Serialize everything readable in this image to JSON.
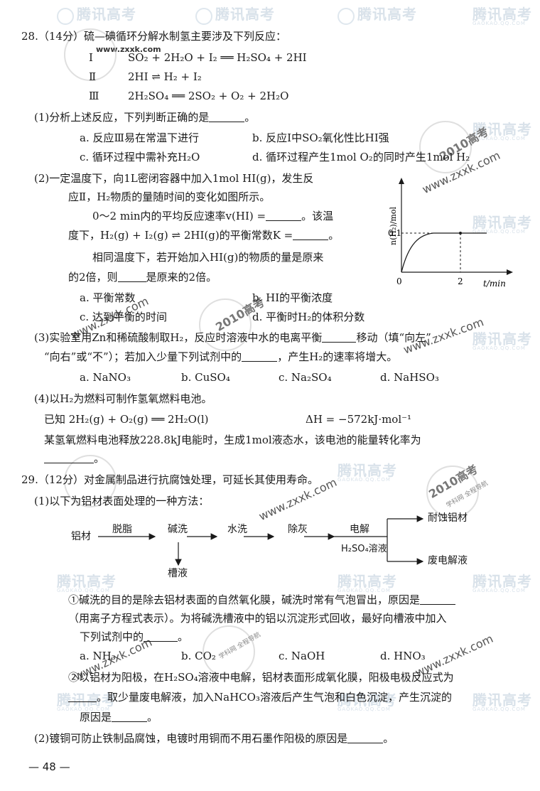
{
  "q28": {
    "header": "28.（14分）硫—碘循环分解水制氢主要涉及下列反应：",
    "r1_num": "Ⅰ",
    "r1": "SO₂ + 2H₂O + I₂ ══ H₂SO₄ + 2HI",
    "r2_num": "Ⅱ",
    "r2": "2HI ⇌ H₂ + I₂",
    "r3_num": "Ⅲ",
    "r3": "2H₂SO₄ ══ 2SO₂ + O₂ + 2H₂O",
    "p1": "(1)分析上述反应，下列判断正确的是",
    "p1_a": "a. 反应Ⅲ易在常温下进行",
    "p1_b": "b. 反应Ⅰ中SO₂氧化性比HI强",
    "p1_c": "c. 循环过程中需补充H₂O",
    "p1_d": "d. 循环过程产生1mol O₂的同时产生1mol H₂",
    "p2_l1": "(2)一定温度下，向1L密闭容器中加入1mol HI(g)，发生反",
    "p2_l2": "应Ⅱ，H₂物质的量随时间的变化如图所示。",
    "p2_l3": "0～2 min内的平均反应速率v(HI) =",
    "p2_l3b": "。该温",
    "p2_l4": "度下，H₂(g) + I₂(g) ⇌ 2HI(g)的平衡常数K =",
    "p2_l5": "相同温度下，若开始加入HI(g)的物质的量是原来",
    "p2_l6a": "的2倍，则",
    "p2_l6b": "是原来的2倍。",
    "p2_a": "a. 平衡常数",
    "p2_b": "b. HI的平衡浓度",
    "p2_c": "c. 达到平衡的时间",
    "p2_d": "d. 平衡时H₂的体积分数",
    "p3_l1": "(3)实验室用Zn和稀硫酸制取H₂，反应时溶液中水的电离平衡",
    "p3_l1b": "移动（填“向左”",
    "p3_l2": "“向右”或“不”）；若加入少量下列试剂中的",
    "p3_l2b": "，产生H₂的速率将增大。",
    "p3_a": "a. NaNO₃",
    "p3_b": "b. CuSO₄",
    "p3_c": "c. Na₂SO₄",
    "p3_d": "d. NaHSO₃",
    "p4_l1": "(4)以H₂为燃料可制作氢氧燃料电池。",
    "p4_l2a": "已知  2H₂(g) + O₂(g) ══ 2H₂O(l)",
    "p4_l2b": "ΔH = −572kJ·mol⁻¹",
    "p4_l3": "某氢氧燃料电池释放228.8kJ电能时，生成1mol液态水，该电池的能量转化率为"
  },
  "graph": {
    "ylabel": "n(H₂)/mol",
    "y_tick": "0.1",
    "x_tick": "2",
    "xlabel": "t/min",
    "origin": "0"
  },
  "q29": {
    "header": "29.（12分）对金属制品进行抗腐蚀处理，可延长其使用寿命。",
    "p1": "(1)以下为铝材表面处理的一种方法：",
    "flow": {
      "start": "铝材",
      "s1": "脱脂",
      "s2": "碱洗",
      "s3": "水洗",
      "s4": "除灰",
      "s5": "电解",
      "s5_cond": "H₂SO₄溶液",
      "out1": "耐蚀铝材",
      "out2": "废电解液",
      "side": "槽液"
    },
    "c1_l1": "①碱洗的目的是除去铝材表面的自然氧化膜，碱洗时常有气泡冒出，原因是",
    "c1_l2": "（用离子方程式表示）。为将碱洗槽液中的铝以沉淀形式回收，最好向槽液中加入",
    "c1_l3": "下列试剂中的",
    "c1_a": "a. NH₃",
    "c1_b": "b. CO₂",
    "c1_c": "c. NaOH",
    "c1_d": "d. HNO₃",
    "c2_l1": "②以铝材为阳极，在H₂SO₄溶液中电解，铝材表面形成氧化膜，阳极电极反应式为",
    "c2_l2": "。取少量废电解液，加入NaHCO₃溶液后产生气泡和白色沉淀，产生沉淀的",
    "c2_l3": "原因是",
    "p2": "(2)镀铜可防止铁制品腐蚀，电镀时用铜而不用石墨作阳极的原因是"
  },
  "page_number": "— 48 —",
  "watermarks": {
    "brand": "腾讯高考",
    "brand_url": "GAOKAO.QQ.COM",
    "site": "www.zxxk.com",
    "site2": "www.zxxk.com",
    "stamp": "2010高考",
    "stamp_sub": "学科网 全程导航"
  }
}
